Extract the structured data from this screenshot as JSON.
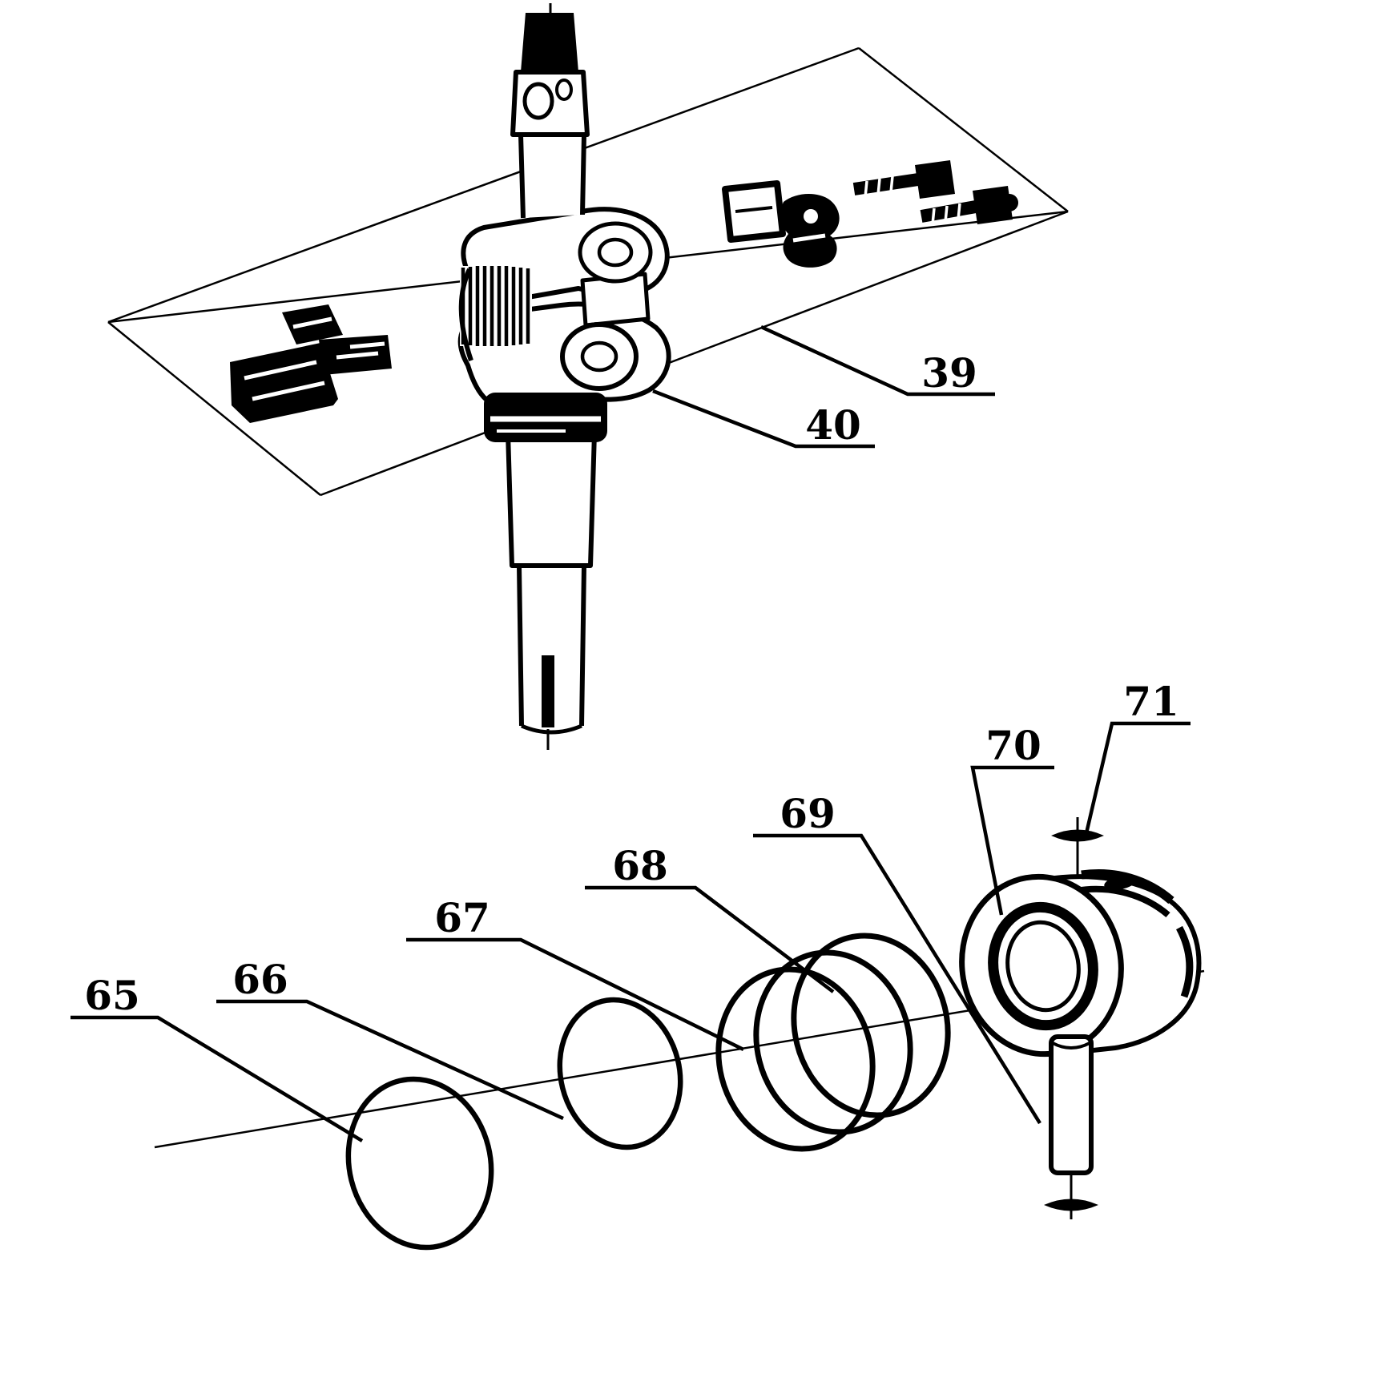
{
  "figure": {
    "callouts": [
      {
        "id": "39",
        "label": "39"
      },
      {
        "id": "40",
        "label": "40"
      },
      {
        "id": "65",
        "label": "65"
      },
      {
        "id": "66",
        "label": "66"
      },
      {
        "id": "67",
        "label": "67"
      },
      {
        "id": "68",
        "label": "68"
      },
      {
        "id": "69",
        "label": "69"
      },
      {
        "id": "70",
        "label": "70"
      },
      {
        "id": "71",
        "label": "71"
      }
    ]
  },
  "colors": {
    "ink": "#000000",
    "paper": "#ffffff"
  }
}
